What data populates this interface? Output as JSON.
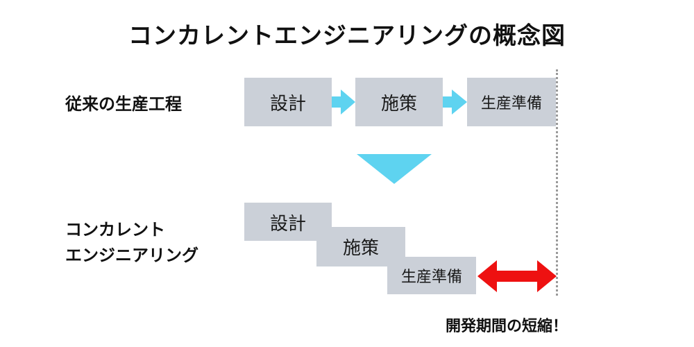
{
  "title": "コンカレントエンジニアリングの概念図",
  "traditional": {
    "label": "従来の生産工程",
    "steps": [
      "設計",
      "施策",
      "生産準備"
    ]
  },
  "concurrent": {
    "label_line1": "コンカレント",
    "label_line2": "エンジニアリング",
    "steps": [
      "設計",
      "施策",
      "生産準備"
    ]
  },
  "note": "開発期間の短縮！",
  "colors": {
    "box": "#cbd0d8",
    "arrow_cyan": "#5ed3f0",
    "arrow_red": "#ee1111",
    "dashed_line": "#9a9a9a"
  }
}
